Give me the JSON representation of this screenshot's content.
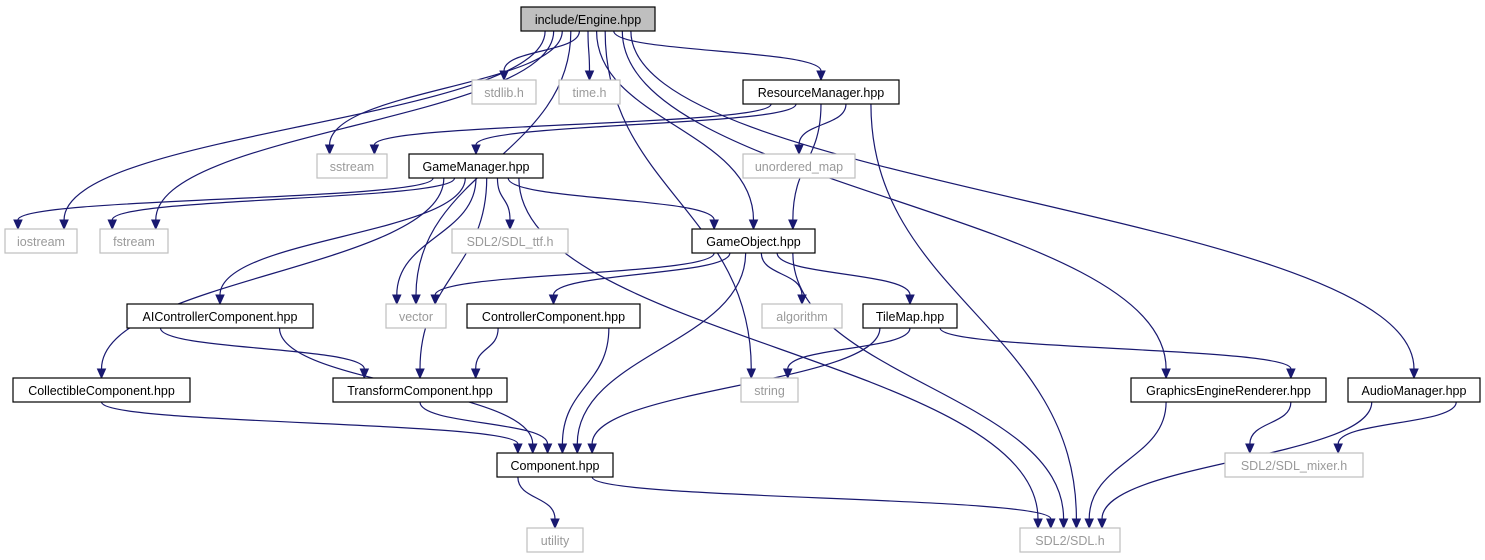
{
  "nodes": {
    "engine": {
      "label": "include/Engine.hpp",
      "kind": "root"
    },
    "stdlib": {
      "label": "stdlib.h",
      "kind": "external"
    },
    "time": {
      "label": "time.h",
      "kind": "external"
    },
    "resource_manager": {
      "label": "ResourceManager.hpp",
      "kind": "internal"
    },
    "sstream": {
      "label": "sstream",
      "kind": "external"
    },
    "game_manager": {
      "label": "GameManager.hpp",
      "kind": "internal"
    },
    "unordered_map": {
      "label": "unordered_map",
      "kind": "external"
    },
    "iostream": {
      "label": "iostream",
      "kind": "external"
    },
    "fstream": {
      "label": "fstream",
      "kind": "external"
    },
    "sdl_ttf": {
      "label": "SDL2/SDL_ttf.h",
      "kind": "external"
    },
    "game_object": {
      "label": "GameObject.hpp",
      "kind": "internal"
    },
    "ai_controller": {
      "label": "AIControllerComponent.hpp",
      "kind": "internal"
    },
    "vector": {
      "label": "vector",
      "kind": "external"
    },
    "controller": {
      "label": "ControllerComponent.hpp",
      "kind": "internal"
    },
    "algorithm": {
      "label": "algorithm",
      "kind": "external"
    },
    "tilemap": {
      "label": "TileMap.hpp",
      "kind": "internal"
    },
    "collectible": {
      "label": "CollectibleComponent.hpp",
      "kind": "internal"
    },
    "transform": {
      "label": "TransformComponent.hpp",
      "kind": "internal"
    },
    "string": {
      "label": "string",
      "kind": "external"
    },
    "graphics_renderer": {
      "label": "GraphicsEngineRenderer.hpp",
      "kind": "internal"
    },
    "audio_manager": {
      "label": "AudioManager.hpp",
      "kind": "internal"
    },
    "component": {
      "label": "Component.hpp",
      "kind": "internal"
    },
    "sdl_mixer": {
      "label": "SDL2/SDL_mixer.h",
      "kind": "external"
    },
    "utility": {
      "label": "utility",
      "kind": "external"
    },
    "sdl": {
      "label": "SDL2/SDL.h",
      "kind": "external"
    }
  },
  "edges": [
    {
      "from": "engine",
      "to": "iostream"
    },
    {
      "from": "engine",
      "to": "fstream"
    },
    {
      "from": "engine",
      "to": "vector"
    },
    {
      "from": "engine",
      "to": "sstream"
    },
    {
      "from": "engine",
      "to": "stdlib"
    },
    {
      "from": "engine",
      "to": "time"
    },
    {
      "from": "engine",
      "to": "string"
    },
    {
      "from": "engine",
      "to": "game_object"
    },
    {
      "from": "engine",
      "to": "resource_manager"
    },
    {
      "from": "engine",
      "to": "graphics_renderer"
    },
    {
      "from": "engine",
      "to": "audio_manager"
    },
    {
      "from": "resource_manager",
      "to": "sstream"
    },
    {
      "from": "resource_manager",
      "to": "game_manager"
    },
    {
      "from": "resource_manager",
      "to": "unordered_map"
    },
    {
      "from": "resource_manager",
      "to": "game_object"
    },
    {
      "from": "resource_manager",
      "to": "sdl"
    },
    {
      "from": "game_manager",
      "to": "iostream"
    },
    {
      "from": "game_manager",
      "to": "fstream"
    },
    {
      "from": "game_manager",
      "to": "collectible"
    },
    {
      "from": "game_manager",
      "to": "ai_controller"
    },
    {
      "from": "game_manager",
      "to": "transform"
    },
    {
      "from": "game_manager",
      "to": "vector"
    },
    {
      "from": "game_manager",
      "to": "sdl_ttf"
    },
    {
      "from": "game_manager",
      "to": "game_object"
    },
    {
      "from": "game_manager",
      "to": "sdl"
    },
    {
      "from": "game_object",
      "to": "vector"
    },
    {
      "from": "game_object",
      "to": "controller"
    },
    {
      "from": "game_object",
      "to": "algorithm"
    },
    {
      "from": "game_object",
      "to": "tilemap"
    },
    {
      "from": "game_object",
      "to": "component"
    },
    {
      "from": "game_object",
      "to": "sdl"
    },
    {
      "from": "ai_controller",
      "to": "transform"
    },
    {
      "from": "ai_controller",
      "to": "component"
    },
    {
      "from": "controller",
      "to": "transform"
    },
    {
      "from": "controller",
      "to": "component"
    },
    {
      "from": "tilemap",
      "to": "string"
    },
    {
      "from": "tilemap",
      "to": "component"
    },
    {
      "from": "tilemap",
      "to": "graphics_renderer"
    },
    {
      "from": "collectible",
      "to": "component"
    },
    {
      "from": "transform",
      "to": "component"
    },
    {
      "from": "graphics_renderer",
      "to": "sdl_mixer"
    },
    {
      "from": "graphics_renderer",
      "to": "sdl"
    },
    {
      "from": "audio_manager",
      "to": "sdl_mixer"
    },
    {
      "from": "audio_manager",
      "to": "sdl"
    },
    {
      "from": "component",
      "to": "utility"
    },
    {
      "from": "component",
      "to": "sdl"
    }
  ]
}
